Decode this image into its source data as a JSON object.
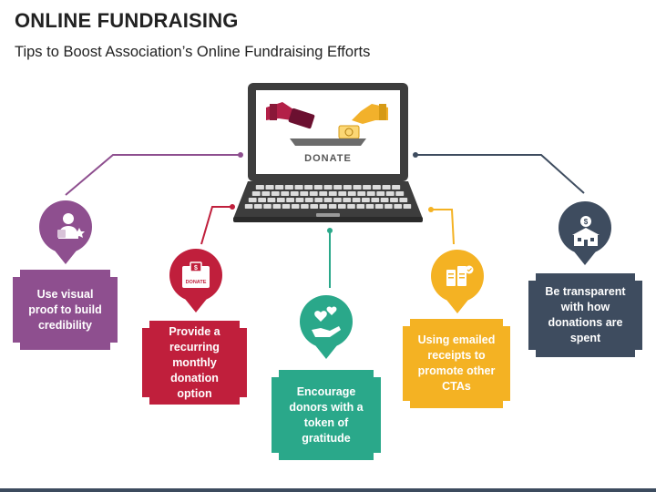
{
  "header": {
    "title": "ONLINE FUNDRAISING",
    "subtitle": "Tips to Boost Association’s Online Fundraising Efforts"
  },
  "laptop": {
    "screen_label": "DONATE"
  },
  "tips": [
    {
      "text": "Use visual proof to build credibility",
      "color": "#8e4f8f",
      "icon": "credibility-person-icon"
    },
    {
      "text": "Provide a recurring monthly donation option",
      "color": "#c01f3c",
      "icon": "donation-box-icon",
      "icon_label": "DONATE"
    },
    {
      "text": "Encourage donors with a token of gratitude",
      "color": "#2aa88a",
      "icon": "hand-hearts-icon"
    },
    {
      "text": "Using emailed receipts to promote other CTAs",
      "color": "#f4b223",
      "icon": "receipt-checklist-icon"
    },
    {
      "text": "Be transparent with how donations are spent",
      "color": "#3e4c5f",
      "icon": "money-house-icon"
    }
  ],
  "colors": {
    "laptop_dark": "#3d3d3d",
    "card_border": "#ffffff"
  }
}
